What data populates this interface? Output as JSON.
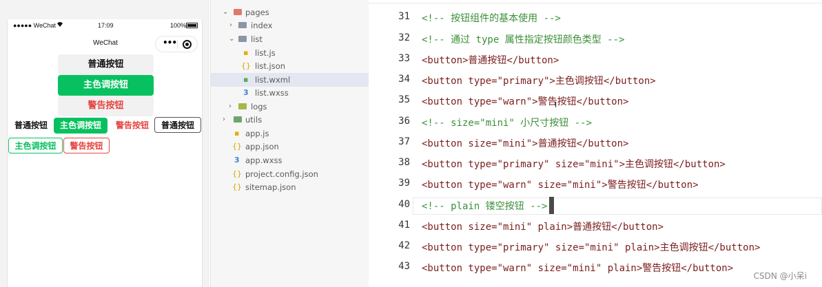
{
  "simulator": {
    "carrier": "●●●●● WeChat",
    "wifi_icon": "wifi-icon",
    "time": "17:09",
    "battery": "100%",
    "nav_title": "WeChat",
    "buttons": {
      "default_normal": "普通按钮",
      "primary_normal": "主色调按钮",
      "warn_normal": "警告按钮",
      "default_mini": "普通按钮",
      "primary_mini": "主色调按钮",
      "warn_mini": "警告按钮",
      "default_plain": "普通按钮",
      "primary_plain": "主色调按钮",
      "warn_plain": "警告按钮"
    },
    "colors": {
      "primary": "#07c160",
      "warn": "#e64340"
    }
  },
  "file_tree": {
    "items": [
      {
        "label": "pages",
        "type": "folder",
        "open": true
      },
      {
        "label": "index",
        "type": "folder",
        "open": false
      },
      {
        "label": "list",
        "type": "folder",
        "open": true
      },
      {
        "label": "list.js",
        "type": "js"
      },
      {
        "label": "list.json",
        "type": "json"
      },
      {
        "label": "list.wxml",
        "type": "wxml",
        "selected": true
      },
      {
        "label": "list.wxss",
        "type": "wxss"
      },
      {
        "label": "logs",
        "type": "folder",
        "open": false
      },
      {
        "label": "utils",
        "type": "folder",
        "open": false
      },
      {
        "label": "app.js",
        "type": "js"
      },
      {
        "label": "app.json",
        "type": "json"
      },
      {
        "label": "app.wxss",
        "type": "wxss"
      },
      {
        "label": "project.config.json",
        "type": "json"
      },
      {
        "label": "sitemap.json",
        "type": "json"
      }
    ]
  },
  "editor": {
    "lines": [
      {
        "num": "31",
        "text": "<!-- 按钮组件的基本使用 -->"
      },
      {
        "num": "32",
        "text": "<!-- 通过 type 属性指定按钮颜色类型 -->"
      },
      {
        "num": "33",
        "text": "<button>普通按钮</button>"
      },
      {
        "num": "34",
        "text": "<button type=\"primary\">主色调按钮</button>"
      },
      {
        "num": "35",
        "text": "<button type=\"warn\">警告按钮</button>"
      },
      {
        "num": "36",
        "text": "<!-- size=\"mini\" 小尺寸按钮 -->"
      },
      {
        "num": "37",
        "text": "<button size=\"mini\">普通按钮</button>"
      },
      {
        "num": "38",
        "text": "<button type=\"primary\" size=\"mini\">主色调按钮</button>"
      },
      {
        "num": "39",
        "text": "<button type=\"warn\" size=\"mini\">警告按钮</button>"
      },
      {
        "num": "40",
        "text": "<!-- plain 镂空按钮 -->"
      },
      {
        "num": "41",
        "text": "<button size=\"mini\" plain>普通按钮</button>"
      },
      {
        "num": "42",
        "text": "<button type=\"primary\" size=\"mini\" plain>主色调按钮</button>"
      },
      {
        "num": "43",
        "text": "<button type=\"warn\" size=\"mini\" plain>警告按钮</button>"
      }
    ]
  },
  "watermark": "CSDN @小呆i"
}
